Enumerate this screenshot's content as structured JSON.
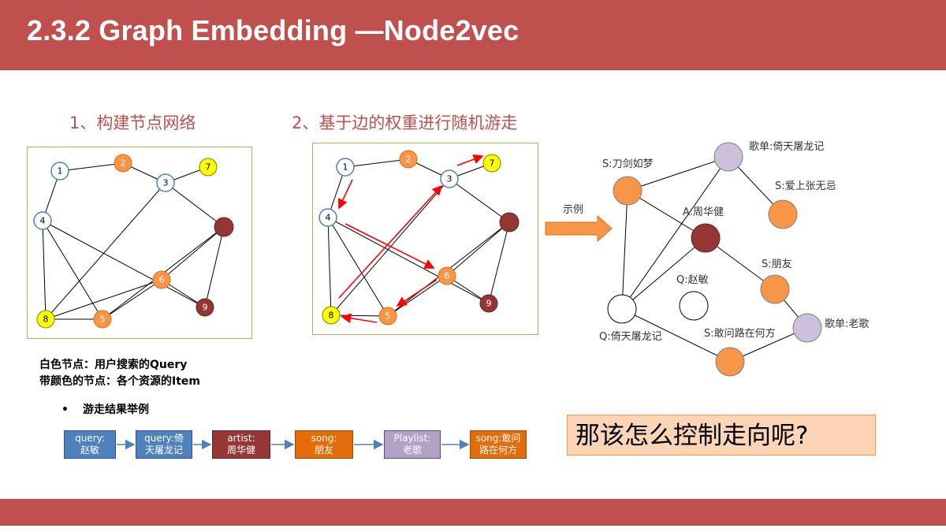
{
  "title": "2.3.2 Graph Embedding —Node2vec",
  "sections": {
    "step1": "1、构建节点网络",
    "step2": "2、基于边的权重进行随机游走"
  },
  "legend": {
    "line1": "白色节点：用户搜索的Query",
    "line2": "带颜色的节点：各个资源的Item"
  },
  "bullet": {
    "mark": "•",
    "text": "游走结果举例"
  },
  "graph_nodes": [
    "1",
    "2",
    "3",
    "4",
    "5",
    "6",
    "7",
    "8",
    "9"
  ],
  "arrow_label": "示例",
  "example_graph_labels": {
    "s_daojian": "S:刀剑如梦",
    "playlist_yitian": "歌单:倚天屠龙记",
    "s_aishang": "S:爱上张无忌",
    "a_zhouhuajian": "A:周华健",
    "s_pengyou": "S:朋友",
    "q_zhaomin": "Q:赵敏",
    "q_yitian": "Q:倚天屠龙记",
    "s_ganwen": "S:敢问路在何方",
    "playlist_laoge": "歌单:老歌"
  },
  "walk_boxes": [
    {
      "line1": "query:",
      "line2": "赵敏"
    },
    {
      "line1": "query:倚",
      "line2": "天屠龙记"
    },
    {
      "line1": "artist:",
      "line2": "周华健"
    },
    {
      "line1": "song:",
      "line2": "朋友"
    },
    {
      "line1": "Playlist:",
      "line2": "老歌"
    },
    {
      "line1": "song:敢问",
      "line2": "路在何方"
    }
  ],
  "question": "那该怎么控制走向呢?",
  "colors": {
    "brand_red": "#c0504d",
    "orange_node": "#f79646",
    "yellow_node": "#ffff00",
    "dark_red_node": "#943634",
    "lavender_node": "#ccc0da",
    "blue_box": "#4f81bd",
    "dark_red_box": "#953735",
    "orange_box": "#e46c0a",
    "purple_box": "#b3a2c7"
  }
}
